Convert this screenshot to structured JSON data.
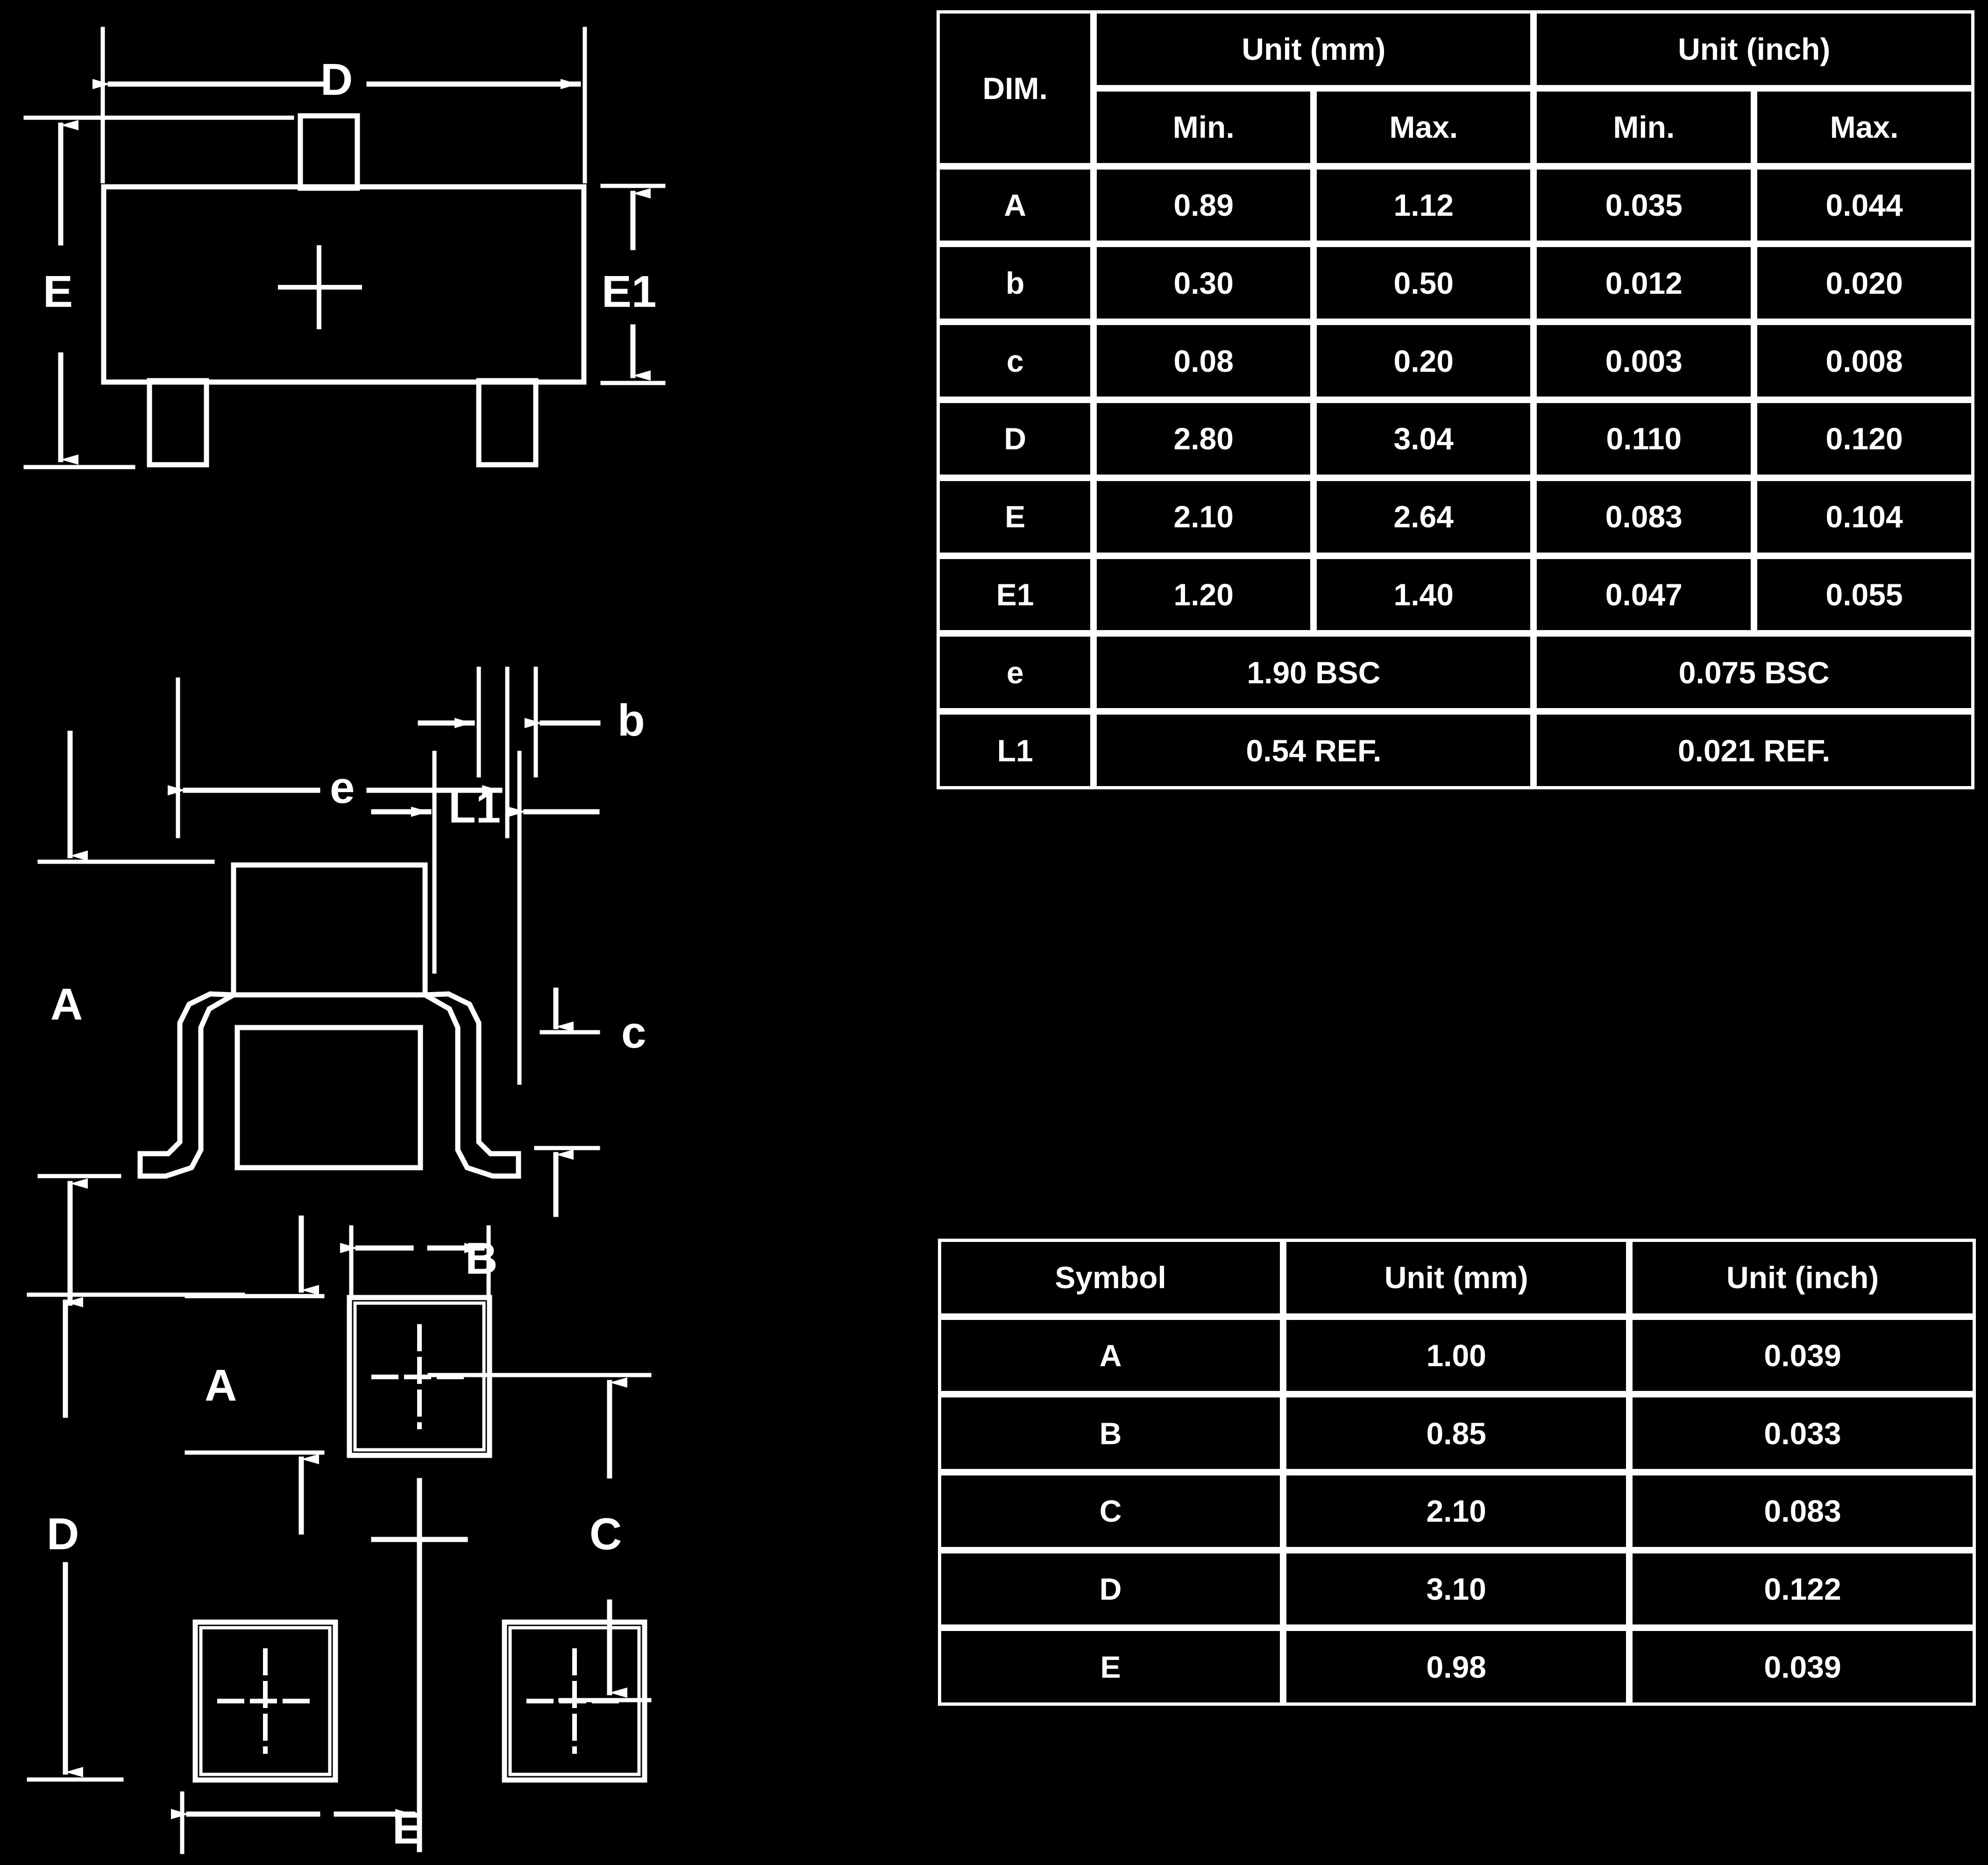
{
  "drawings": {
    "top_view": {
      "name": "top-view",
      "labels": {
        "D": "D",
        "E": "E",
        "E1": "E1",
        "b": "b",
        "e": "e"
      }
    },
    "side_view": {
      "name": "side-view",
      "labels": {
        "A": "A",
        "L1": "L1",
        "c": "c"
      }
    },
    "footprint_view": {
      "name": "recommended-footprint-view",
      "labels": {
        "A": "A",
        "B": "B",
        "C": "C",
        "D": "D",
        "E": "E"
      }
    }
  },
  "table_mechanical": {
    "name": "package-dimensions-table",
    "header": {
      "dim": "DIM.",
      "unit_mm": "Unit (mm)",
      "unit_inch": "Unit (inch)",
      "mm_min": "Min.",
      "mm_max": "Max.",
      "inch_min": "Min.",
      "inch_max": "Max."
    },
    "rows": [
      {
        "dim": "A",
        "mm_min": "0.89",
        "mm_max": "1.12",
        "inch_min": "0.035",
        "inch_max": "0.044"
      },
      {
        "dim": "b",
        "mm_min": "0.30",
        "mm_max": "0.50",
        "inch_min": "0.012",
        "inch_max": "0.020"
      },
      {
        "dim": "c",
        "mm_min": "0.08",
        "mm_max": "0.20",
        "inch_min": "0.003",
        "inch_max": "0.008"
      },
      {
        "dim": "D",
        "mm_min": "2.80",
        "mm_max": "3.04",
        "inch_min": "0.110",
        "inch_max": "0.120"
      },
      {
        "dim": "E",
        "mm_min": "2.10",
        "mm_max": "2.64",
        "inch_min": "0.083",
        "inch_max": "0.104"
      },
      {
        "dim": "E1",
        "mm_min": "1.20",
        "mm_max": "1.40",
        "inch_min": "0.047",
        "inch_max": "0.055"
      }
    ],
    "span_rows": [
      {
        "dim": "e",
        "mm": "1.90 BSC",
        "inch": "0.075 BSC"
      },
      {
        "dim": "L1",
        "mm": "0.54 REF.",
        "inch": "0.021 REF."
      }
    ]
  },
  "table_footprint": {
    "name": "footprint-dimensions-table",
    "header": {
      "symbol": "Symbol",
      "unit_mm": "Unit (mm)",
      "unit_inch": "Unit (inch)"
    },
    "rows": [
      {
        "symbol": "A",
        "mm": "1.00",
        "inch": "0.039"
      },
      {
        "symbol": "B",
        "mm": "0.85",
        "inch": "0.033"
      },
      {
        "symbol": "C",
        "mm": "2.10",
        "inch": "0.083"
      },
      {
        "symbol": "D",
        "mm": "3.10",
        "inch": "0.122"
      },
      {
        "symbol": "E",
        "mm": "0.98",
        "inch": "0.039"
      }
    ]
  },
  "colors": {
    "background": "#000000",
    "line": "#ffffff"
  }
}
